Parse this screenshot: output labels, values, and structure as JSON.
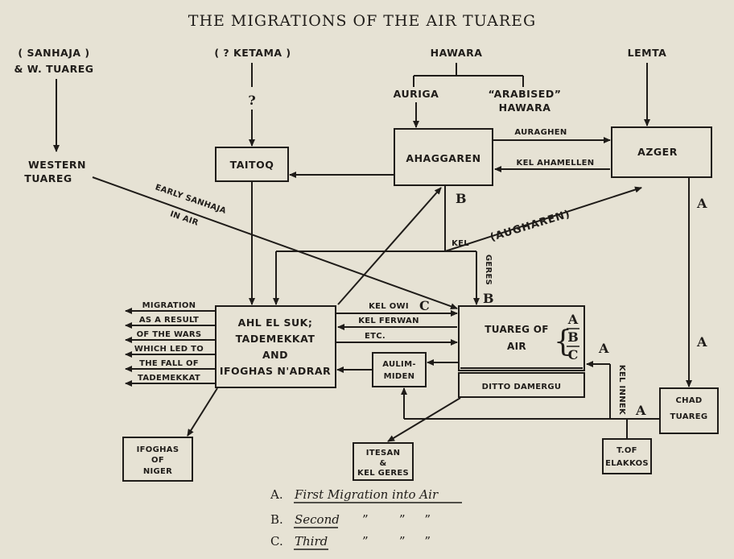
{
  "title": "THE MIGRATIONS OF THE AIR TUAREG",
  "nodes": {
    "sanhaja_1": "( SANHAJA )",
    "sanhaja_2": "& W. TUAREG",
    "ketama": "( ? KETAMA )",
    "question": "?",
    "hawara": "HAWARA",
    "lemta": "LEMTA",
    "auriga": "AURIGA",
    "arabised_1": "“ARABISED”",
    "arabised_2": "HAWARA",
    "western_1": "WESTERN",
    "western_2": "TUAREG",
    "taitoq": "TAITOQ",
    "ahaggaren": "AHAGGAREN",
    "azger": "AZGER",
    "ahl_1": "AHL EL SUK;",
    "ahl_2": "TADEMEKKAT",
    "ahl_3": "AND",
    "ahl_4": "IFOGHAS N'ADRAR",
    "tuareg_1": "TUAREG OF",
    "tuareg_2": "AIR",
    "ditto": "DITTO DAMERGU",
    "aulim_1": "AULIM-",
    "aulim_2": "MIDEN",
    "ifoghas_1": "IFOGHAS",
    "ifoghas_2": "OF",
    "ifoghas_3": "NIGER",
    "itesan_1": "ITESAN",
    "itesan_2": "&",
    "itesan_3": "KEL GERES",
    "chad_1": "CHAD",
    "chad_2": "TUAREG",
    "elakkos_1": "T.OF",
    "elakkos_2": "ELAKKOS"
  },
  "edge_labels": {
    "auraghen": "AURAGHEN",
    "kel_ahamellen": "KEL AHAMELLEN",
    "early_1": "EARLY SANHAJA",
    "early_2": "IN AIR",
    "aughar": "(AUGHAREN)",
    "kel": "KEL",
    "geres": "GERES",
    "kel_owi": "KEL OWI",
    "kel_ferwan": "KEL FERWAN",
    "etc": "ETC.",
    "kel_innek": "KEL INNEK",
    "migration": [
      "MIGRATION",
      "AS A RESULT",
      "OF THE WARS",
      "WHICH LED TO",
      "THE FALL OF",
      "TADEMEKKAT"
    ],
    "A": "A",
    "B": "B",
    "C": "C"
  },
  "legend": [
    {
      "letter": "A.",
      "text": "First Migration into Air",
      "ditto": ""
    },
    {
      "letter": "B.",
      "text": "Second",
      "ditto": "”        ”     ”"
    },
    {
      "letter": "C.",
      "text": "Third",
      "ditto": "”        ”     ”"
    }
  ],
  "colors": {
    "paper": "#e6e2d4",
    "ink": "#1f1c19"
  }
}
